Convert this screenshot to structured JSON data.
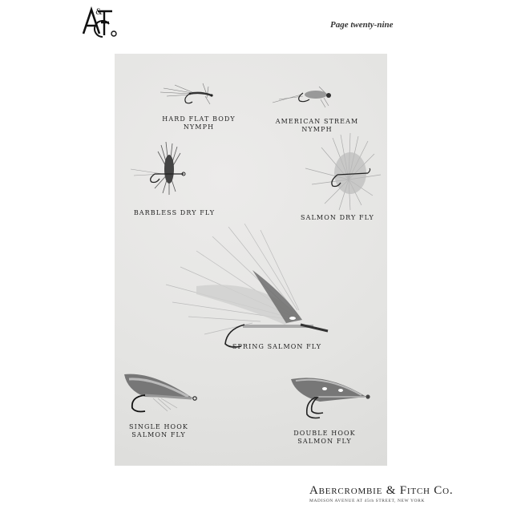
{
  "header": {
    "logo_monogram": "A&F Co",
    "page_label": "Page  twenty-nine"
  },
  "plate": {
    "flies": [
      {
        "id": "hard-flat-body-nymph",
        "caption": "HARD FLAT BODY\nNYMPH"
      },
      {
        "id": "american-stream-nymph",
        "caption": "AMERICAN STREAM\nNYMPH"
      },
      {
        "id": "barbless-dry-fly",
        "caption": "BARBLESS DRY FLY"
      },
      {
        "id": "salmon-dry-fly",
        "caption": "SALMON DRY FLY"
      },
      {
        "id": "spring-salmon-fly",
        "caption": "SPRING SALMON FLY"
      },
      {
        "id": "single-hook-salmon-fly",
        "caption": "SINGLE HOOK\nSALMON FLY"
      },
      {
        "id": "double-hook-salmon-fly",
        "caption": "DOUBLE HOOK\nSALMON FLY"
      }
    ]
  },
  "footer": {
    "brand": "Abercrombie & Fitch Co.",
    "address": "MADISON AVENUE AT 45th STREET, NEW YORK"
  }
}
